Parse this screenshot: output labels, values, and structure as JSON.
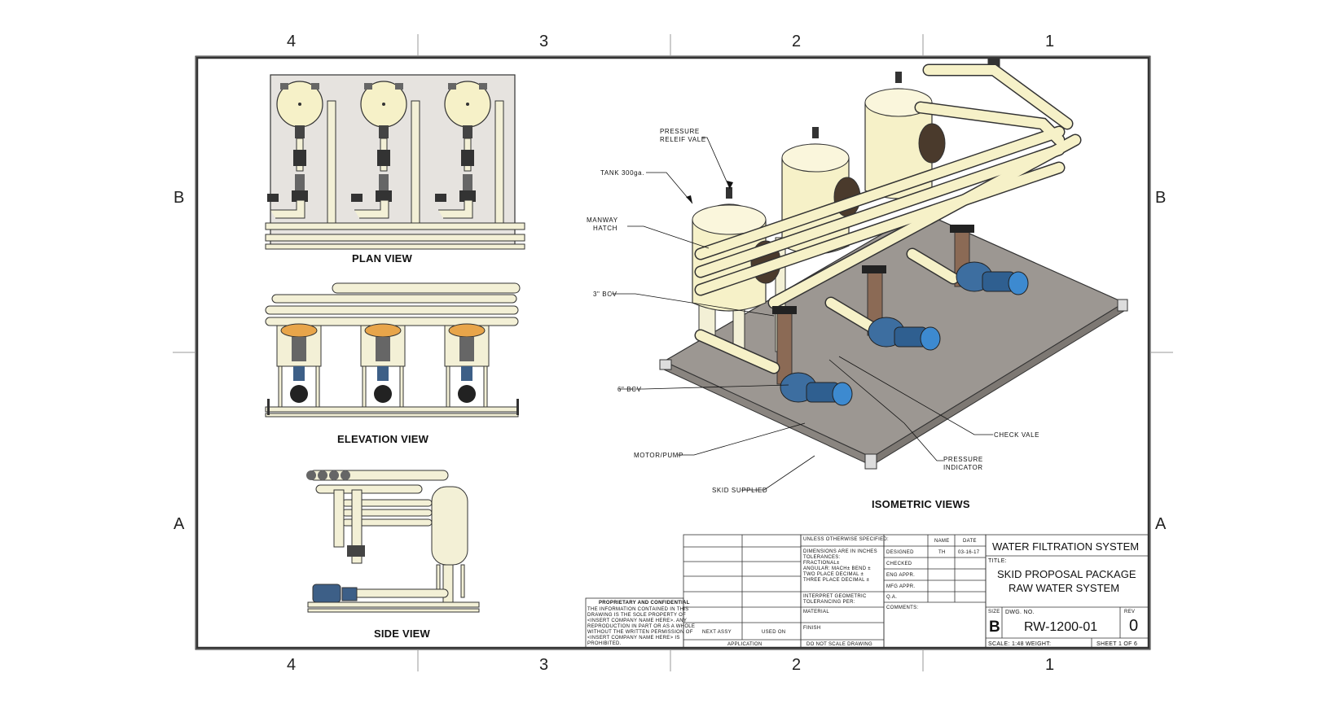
{
  "zones": {
    "columns": [
      "4",
      "3",
      "2",
      "1"
    ],
    "rows": [
      "B",
      "A"
    ]
  },
  "views": {
    "plan": "PLAN VIEW",
    "elevation": "ELEVATION VIEW",
    "side": "SIDE VIEW",
    "isometric": "ISOMETRIC VIEWS"
  },
  "callouts": {
    "pressure_relief": [
      "PRESSURE",
      "RELEIF VALE"
    ],
    "tank": "TANK 300ga.",
    "manway": [
      "MANWAY",
      "HATCH"
    ],
    "bcv3": "3\" BCV",
    "bcv6": "6\" BCV",
    "motor_pump": "MOTOR/PUMP",
    "skid": "SKID SUPPLIED",
    "check_valve": "CHECK VALE",
    "pressure_indicator": [
      "PRESSURE",
      "INDICATOR"
    ]
  },
  "title_block": {
    "company": "WATER FILTRATION SYSTEM",
    "title_label": "TITLE:",
    "title_line1": "SKID PROPOSAL PACKAGE",
    "title_line2": "RAW WATER SYSTEM",
    "size_label": "SIZE",
    "size": "B",
    "dwg_label": "DWG.  NO.",
    "dwg_no": "RW-1200-01",
    "rev_label": "REV",
    "rev": "0",
    "scale": "SCALE: 1:48 WEIGHT:",
    "sheet": "SHEET 1 OF 6",
    "unless": "UNLESS OTHERWISE SPECIFIED:",
    "name_hdr": "NAME",
    "date_hdr": "DATE",
    "drawn": "DESIGNED",
    "drawn_name": "TH",
    "drawn_date": "03-16-17",
    "checked": "CHECKED",
    "eng_appr": "ENG APPR.",
    "mfg_appr": "MFG APPR.",
    "qa": "Q.A.",
    "comments": "COMMENTS:",
    "dims": [
      "DIMENSIONS ARE IN INCHES",
      "TOLERANCES:",
      "FRACTIONAL±",
      "ANGULAR: MACH±   BEND ±",
      "TWO PLACE DECIMAL   ±",
      "THREE PLACE DECIMAL  ±"
    ],
    "interpret": [
      "INTERPRET GEOMETRIC",
      "TOLERANCING PER:"
    ],
    "material": "MATERIAL",
    "finish": "FINISH",
    "next_assy": "NEXT ASSY",
    "used_on": "USED ON",
    "application": "APPLICATION",
    "do_not_scale": "DO NOT SCALE DRAWING",
    "proprietary_title": "PROPRIETARY AND CONFIDENTIAL",
    "proprietary_text": [
      "THE INFORMATION CONTAINED IN THIS",
      "DRAWING IS THE SOLE PROPERTY OF",
      "<INSERT COMPANY NAME HERE>. ANY",
      "REPRODUCTION IN PART OR AS A WHOLE",
      "WITHOUT THE WRITTEN PERMISSION OF",
      "<INSERT COMPANY NAME HERE> IS",
      "PROHIBITED."
    ]
  }
}
